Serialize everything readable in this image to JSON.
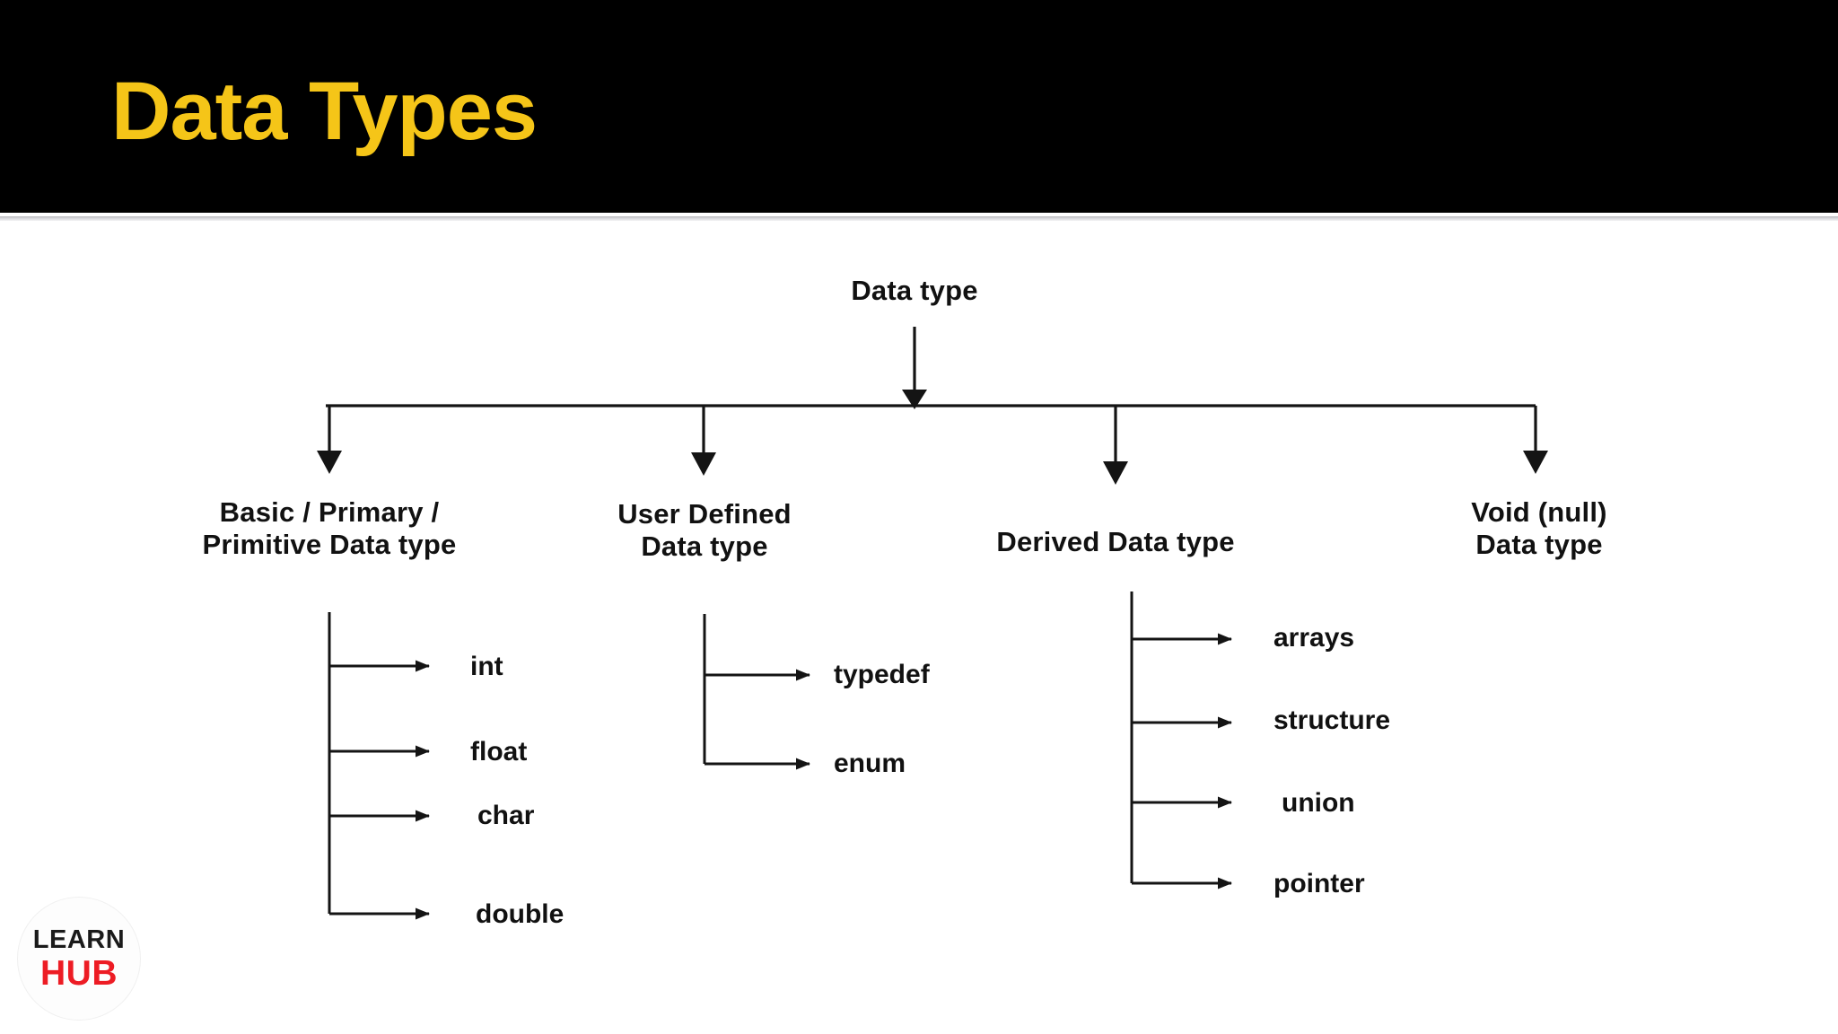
{
  "header": {
    "title": "Data Types",
    "title_color": "#F5C518",
    "background_color": "#000000"
  },
  "diagram": {
    "type": "tree",
    "root": {
      "label": "Data type"
    },
    "branches": [
      {
        "id": "basic",
        "label": "Basic / Primary /\nPrimitive Data type",
        "children": [
          "int",
          "float",
          "char",
          "double"
        ]
      },
      {
        "id": "user-defined",
        "label": "User Defined\nData type",
        "children": [
          "typedef",
          "enum"
        ]
      },
      {
        "id": "derived",
        "label": "Derived Data type",
        "children": [
          "arrays",
          "structure",
          "union",
          "pointer"
        ]
      },
      {
        "id": "void",
        "label": "Void (null)\nData type",
        "children": []
      }
    ]
  },
  "logo": {
    "line1": "LEARN",
    "line2": "HUB",
    "line1_color": "#1a1a1a",
    "line2_color": "#ED1C24"
  }
}
